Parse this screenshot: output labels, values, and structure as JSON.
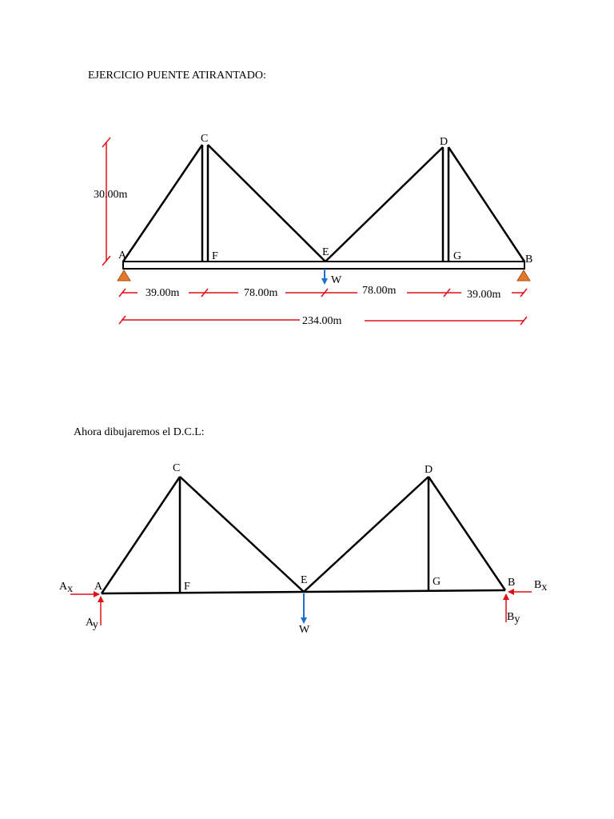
{
  "heading_1": "EJERCICIO PUENTE ATIRANTADO:",
  "heading_2": "Ahora dibujaremos el D.C.L:",
  "colors": {
    "structure": "#000000",
    "dimension": "#e0101a",
    "load_arrow": "#1f6fd1",
    "support": "#e07a2e",
    "reaction": "#e0101a"
  },
  "diagram_1": {
    "nodes": {
      "A": "A",
      "B": "B",
      "C": "C",
      "D": "D",
      "E": "E",
      "F": "F",
      "G": "G"
    },
    "height_label": "30.00m",
    "span_labels": [
      "39.00m",
      "78.00m",
      "78.00m",
      "39.00m"
    ],
    "total_label": "234.00m",
    "load_label": "W"
  },
  "diagram_2": {
    "nodes": {
      "A": "A",
      "B": "B",
      "C": "C",
      "D": "D",
      "E": "E",
      "F": "F",
      "G": "G"
    },
    "load_label": "W",
    "reactions": {
      "ax": {
        "main": "A",
        "sub": "x"
      },
      "ay": {
        "main": "A",
        "sub": "y"
      },
      "bx": {
        "main": "B",
        "sub": "x"
      },
      "by": {
        "main": "B",
        "sub": "y"
      }
    }
  }
}
